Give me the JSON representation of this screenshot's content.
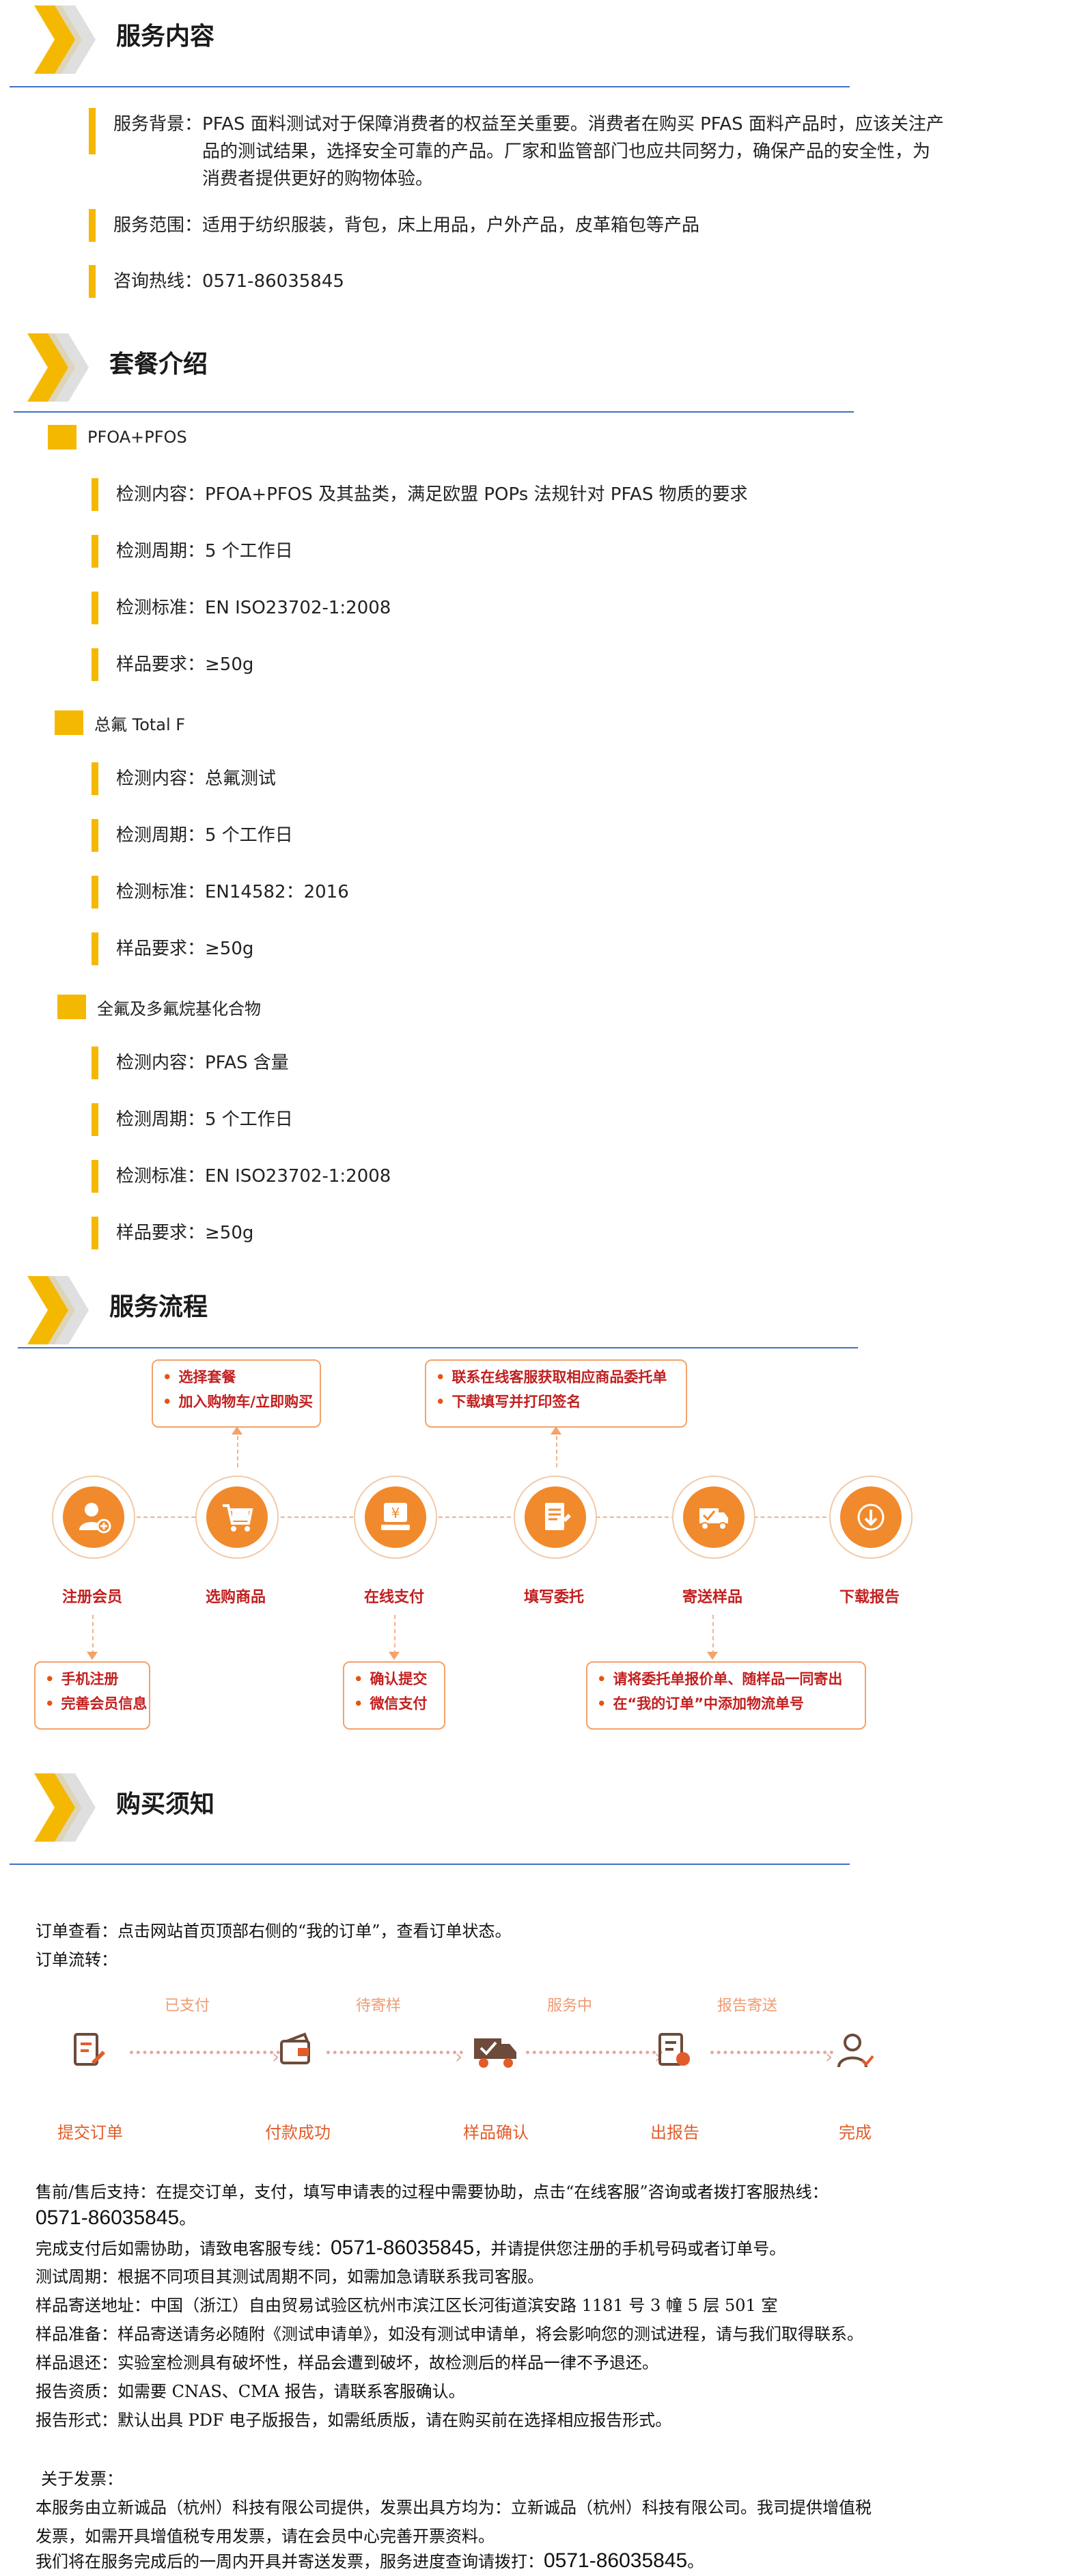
{
  "sections": {
    "service": "服务内容",
    "package": "套餐介绍",
    "process": "服务流程",
    "purchase": "购买须知"
  },
  "service_items": [
    {
      "label": "服务背景：",
      "lines": [
        "PFAS 面料测试对于保障消费者的权益至关重要。消费者在购买 PFAS 面料产品时，应该关注产",
        "品的测试结果，选择安全可靠的产品。厂家和监管部门也应共同努力，确保产品的安全性，为",
        "消费者提供更好的购物体验。"
      ]
    },
    {
      "label": "服务范围：",
      "lines": [
        "适用于纺织服装，背包，床上用品，户外产品，皮革箱包等产品"
      ]
    },
    {
      "label": "咨询热线：",
      "lines": [
        "0571-86035845"
      ]
    }
  ],
  "packages": [
    {
      "name": "PFOA+PFOS",
      "rows": [
        "检测内容：PFOA+PFOS 及其盐类，满足欧盟 POPs 法规针对 PFAS 物质的要求",
        "检测周期：5 个工作日",
        "检测标准：EN ISO23702-1:2008",
        "样品要求：≥50g"
      ]
    },
    {
      "name": "总氟 Total F",
      "rows": [
        "检测内容：总氟测试",
        "检测周期：5 个工作日",
        "检测标准：EN14582：2016",
        "样品要求：≥50g"
      ]
    },
    {
      "name": "全氟及多氟烷基化合物",
      "rows": [
        "检测内容：PFAS 含量",
        "检测周期：5 个工作日",
        "检测标准：EN ISO23702-1:2008",
        "样品要求：≥50g"
      ]
    }
  ],
  "process": {
    "steps": [
      "注册会员",
      "选购商品",
      "在线支付",
      "填写委托",
      "寄送样品",
      "下载报告"
    ],
    "box_top_1": [
      "选择套餐",
      "加入购物车/立即购买"
    ],
    "box_top_2": [
      "联系在线客服获取相应商品委托单",
      "下载填写并打印签名"
    ],
    "box_bottom_1": [
      "手机注册",
      "完善会员信息"
    ],
    "box_bottom_2": [
      "确认提交",
      "微信支付"
    ],
    "box_bottom_3": [
      "请将委托单报价单、随样品一同寄出",
      "在“我的订单”中添加物流单号"
    ],
    "icon_colors": {
      "accent": "#f18a2c",
      "label": "#c21f1f",
      "border": "#f3a26a"
    }
  },
  "order": {
    "view": "订单查看：点击网站首页顶部右侧的“我的订单”，查看订单状态。",
    "flow_label": "订单流转：",
    "stages": [
      "已支付",
      "待寄样",
      "服务中",
      "报告寄送"
    ],
    "steps": [
      "提交订单",
      "付款成功",
      "样品确认",
      "出报告",
      "完成"
    ]
  },
  "notes": {
    "support_1": "售前/售后支持：在提交订单，支付，填写申请表的过程中需要协助，点击“在线客服”咨询或者拨打客服热线：",
    "support_phone": "0571-86035845",
    "support_end": "。",
    "invoice_pre": "完成支付后如需协助，请致电客服专线：",
    "invoice_phone": "0571-86035845",
    "invoice_post": "，并请提供您注册的手机号码或者订单号。",
    "period": "测试周期：根据不同项目其测试周期不同，如需加急请联系我司客服。",
    "address": "样品寄送地址：中国（浙江）自由贸易试验区杭州市滨江区长河街道滨安路 1181 号 3 幢 5 层 501 室",
    "prepare": "样品准备：样品寄送请务必随附《测试申请单》，如没有测试申请单，将会影响您的测试进程，请与我们取得联系。",
    "return": "样品退还：实验室检测具有破坏性，样品会遭到破坏，故检测后的样品一律不予退还。",
    "qual": "报告资质：如需要 CNAS、CMA 报告，请联系客服确认。",
    "format": "报告形式：默认出具 PDF 电子版报告，如需纸质版，请在购买前在选择相应报告形式。"
  },
  "invoice": {
    "title": "关于发票：",
    "line1": "本服务由立新诚品（杭州）科技有限公司提供，发票出具方均为：立新诚品（杭州）科技有限公司。我司提供增值税",
    "line2": "发票，如需开具增值税专用发票，请在会员中心完善开票资料。",
    "line3_pre": "我们将在服务完成后的一周内开具并寄送发票，服务进度查询请拨打：",
    "line3_phone": "0571-86035845",
    "line3_post": "。"
  },
  "colors": {
    "accent_yellow": "#f5b800",
    "header_line": "#3f6fc8",
    "orange": "#f18a2c"
  }
}
